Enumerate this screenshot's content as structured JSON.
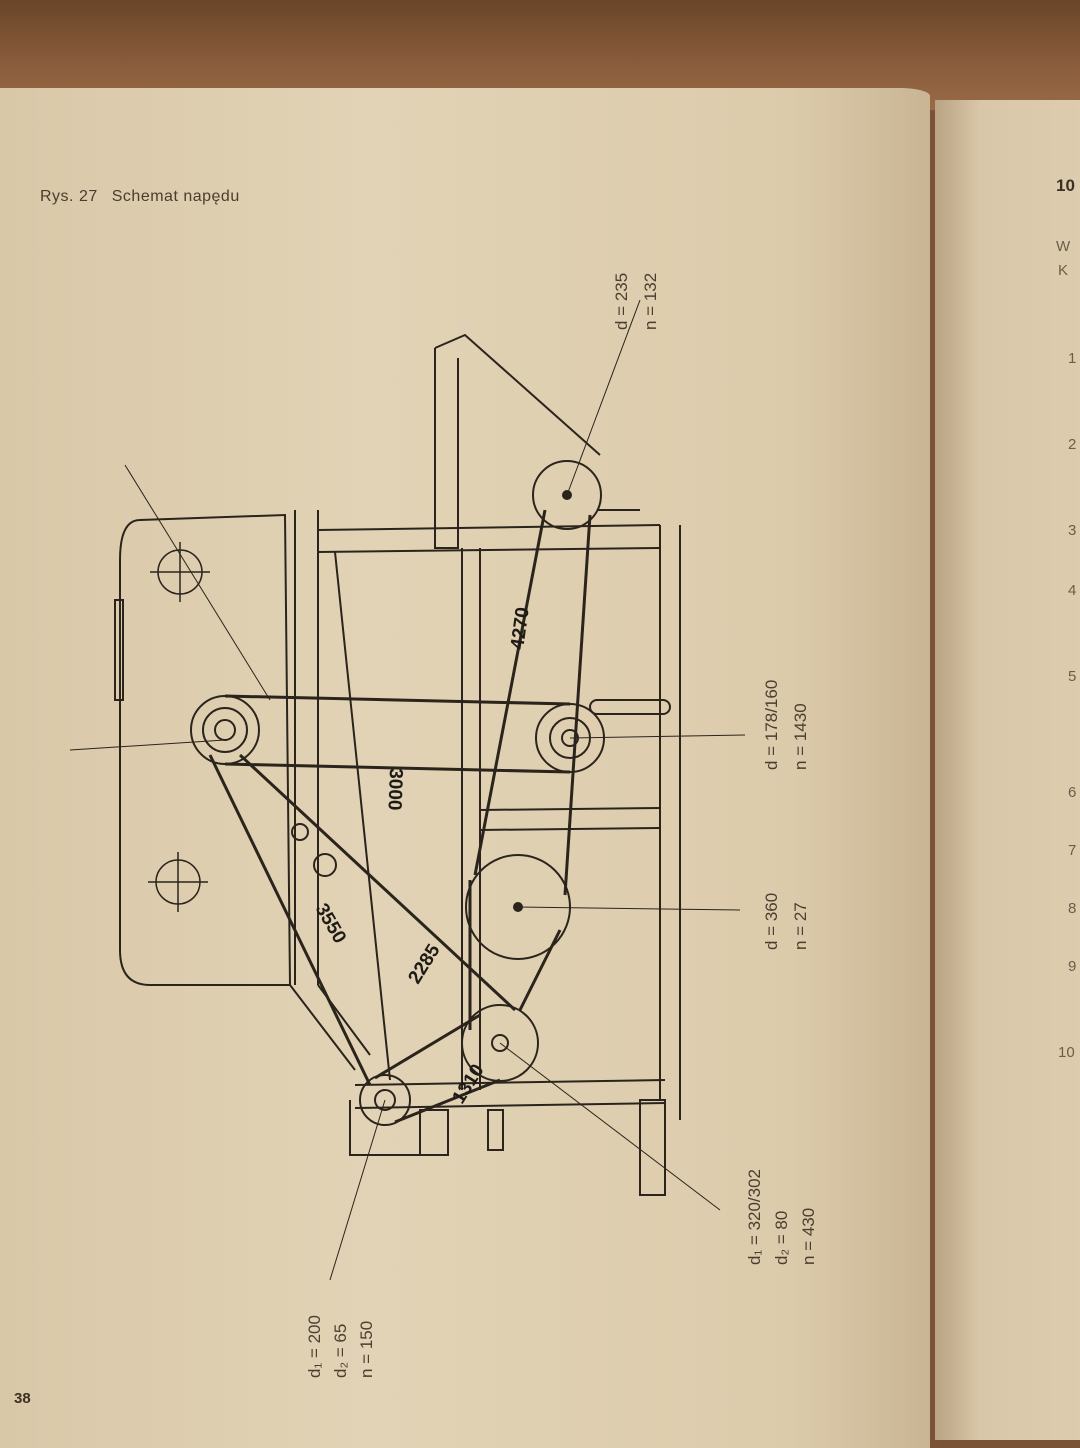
{
  "caption": {
    "label": "Rys. 27",
    "title": "Schemat napędu"
  },
  "page_number": "38",
  "right_page": {
    "heading": "10",
    "lines": [
      "W",
      "K",
      "1",
      "2",
      "3",
      "4",
      "5",
      "6",
      "7",
      "8",
      "9",
      "10"
    ]
  },
  "pulleys": [
    {
      "d": "d = 235",
      "n": "n = 132"
    },
    {
      "d": "d = 178/160",
      "n": "n = 1430"
    },
    {
      "d": "d = 360",
      "n": "n =  27"
    },
    {
      "d1": "d₁ = 320/302",
      "d2": "d₂ =  80",
      "n": "n = 430"
    },
    {
      "d1": "d₁ = 200",
      "d2": "d₂ =  65",
      "n": "n = 150"
    }
  ],
  "belt_lengths": [
    "4270",
    "3000",
    "3550",
    "2285",
    "1310"
  ]
}
